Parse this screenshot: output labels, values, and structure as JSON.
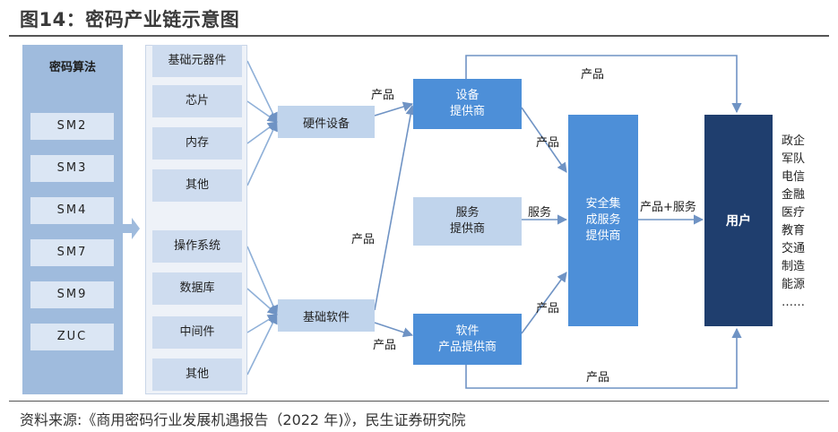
{
  "title": "图14：密码产业链示意图",
  "source": "资料来源:《商用密码行业发展机遇报告（2022 年)》，民生证券研究院",
  "algorithms": {
    "title": "密码算法",
    "items": [
      "SM2",
      "SM3",
      "SM4",
      "SM7",
      "SM9",
      "ZUC"
    ]
  },
  "components": {
    "hardware": [
      "基础元器件",
      "芯片",
      "内存",
      "其他"
    ],
    "software": [
      "操作系统",
      "数据库",
      "中间件",
      "其他"
    ]
  },
  "nodes": {
    "hardware_device": "硬件设备",
    "basic_software": "基础软件",
    "device_provider": [
      "设备",
      "提供商"
    ],
    "service_provider": [
      "服务",
      "提供商"
    ],
    "software_provider": [
      "软件",
      "产品提供商"
    ],
    "integrator": [
      "安全集",
      "成服务",
      "提供商"
    ],
    "user": "用户"
  },
  "edge_labels": {
    "product": "产品",
    "service": "服务",
    "product_service": "产品+服务"
  },
  "sectors": [
    "政企",
    "军队",
    "电信",
    "金融",
    "医疗",
    "教育",
    "交通",
    "制造",
    "能源",
    "……"
  ],
  "colors": {
    "algo_panel": "#9fbbdd",
    "light_box": "#c0d4ec",
    "mid_box": "#4d8fd8",
    "user_box": "#1f3e6e",
    "arrow": "#6f93c4"
  }
}
